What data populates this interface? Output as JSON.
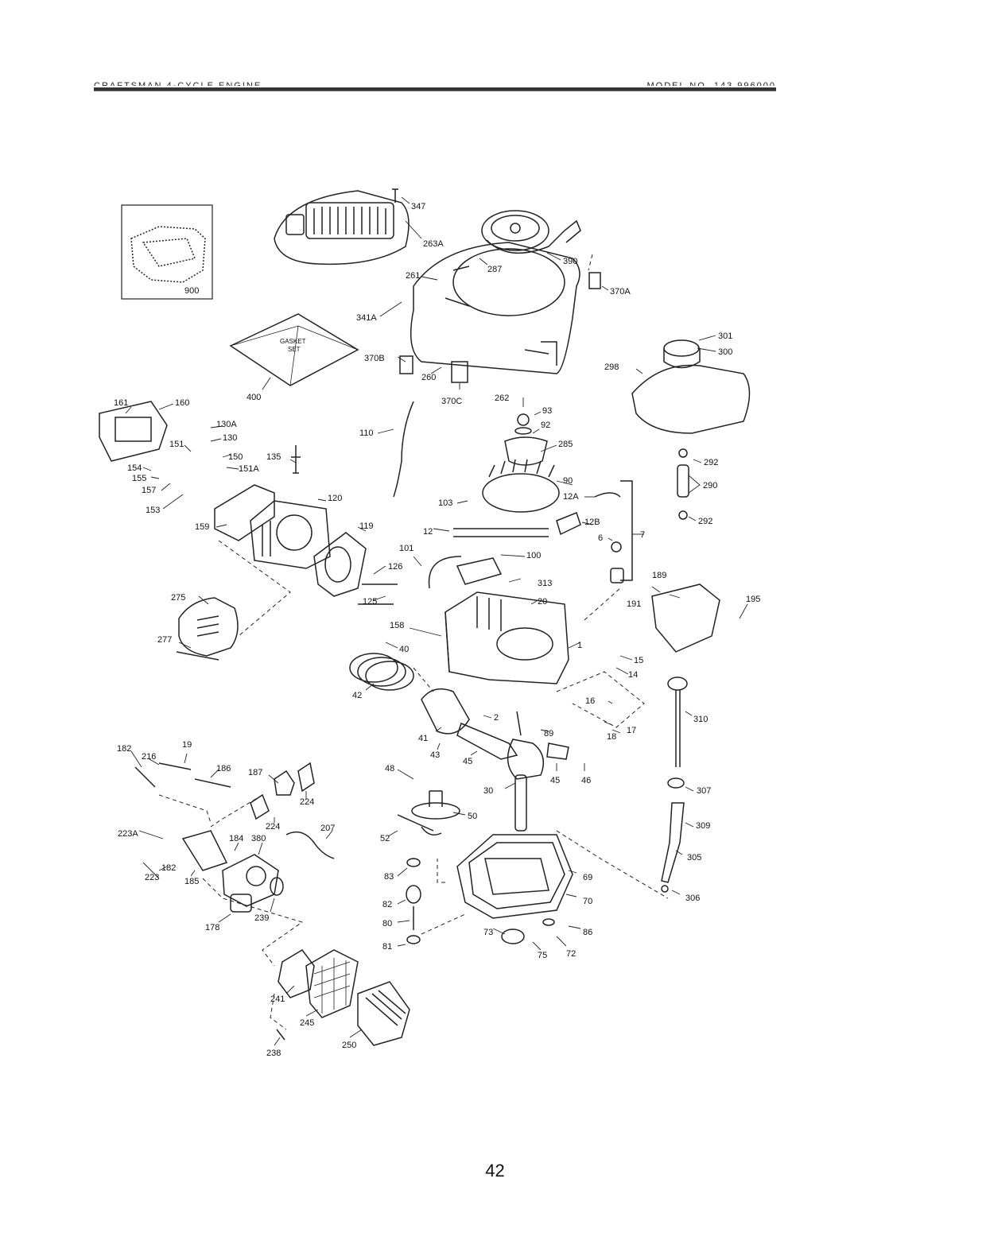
{
  "header": {
    "left_title": "CRAFTSMAN 4-CYCLE ENGINE",
    "right_title": "MODEL NO. 143.996000"
  },
  "page_number": "42",
  "inset": {
    "label": "900"
  },
  "gasket_set": {
    "label_line1": "GASKET",
    "label_line2": "SET"
  },
  "parts": [
    {
      "id": "347",
      "label": "347"
    },
    {
      "id": "263A",
      "label": "263A"
    },
    {
      "id": "390",
      "label": "390"
    },
    {
      "id": "287",
      "label": "287"
    },
    {
      "id": "261",
      "label": "261"
    },
    {
      "id": "341A",
      "label": "341A"
    },
    {
      "id": "370A",
      "label": "370A"
    },
    {
      "id": "370B",
      "label": "370B"
    },
    {
      "id": "260",
      "label": "260"
    },
    {
      "id": "370C",
      "label": "370C"
    },
    {
      "id": "262",
      "label": "262"
    },
    {
      "id": "93",
      "label": "93"
    },
    {
      "id": "92",
      "label": "92"
    },
    {
      "id": "285",
      "label": "285"
    },
    {
      "id": "301",
      "label": "301"
    },
    {
      "id": "300",
      "label": "300"
    },
    {
      "id": "298",
      "label": "298"
    },
    {
      "id": "400",
      "label": "400"
    },
    {
      "id": "161",
      "label": "161"
    },
    {
      "id": "160",
      "label": "160"
    },
    {
      "id": "130A",
      "label": "130A"
    },
    {
      "id": "130",
      "label": "130"
    },
    {
      "id": "151",
      "label": "151"
    },
    {
      "id": "150",
      "label": "150"
    },
    {
      "id": "135",
      "label": "135"
    },
    {
      "id": "151A",
      "label": "151A"
    },
    {
      "id": "154",
      "label": "154"
    },
    {
      "id": "155",
      "label": "155"
    },
    {
      "id": "157",
      "label": "157"
    },
    {
      "id": "153",
      "label": "153"
    },
    {
      "id": "159",
      "label": "159"
    },
    {
      "id": "120",
      "label": "120"
    },
    {
      "id": "110",
      "label": "110"
    },
    {
      "id": "103",
      "label": "103"
    },
    {
      "id": "90",
      "label": "90"
    },
    {
      "id": "12A",
      "label": "12A"
    },
    {
      "id": "12",
      "label": "12"
    },
    {
      "id": "12B",
      "label": "12B"
    },
    {
      "id": "6",
      "label": "6"
    },
    {
      "id": "7",
      "label": "7"
    },
    {
      "id": "292a",
      "label": "292"
    },
    {
      "id": "290",
      "label": "290"
    },
    {
      "id": "292b",
      "label": "292"
    },
    {
      "id": "119",
      "label": "119"
    },
    {
      "id": "101",
      "label": "101"
    },
    {
      "id": "100",
      "label": "100"
    },
    {
      "id": "126",
      "label": "126"
    },
    {
      "id": "125",
      "label": "125"
    },
    {
      "id": "313",
      "label": "313"
    },
    {
      "id": "20",
      "label": "20"
    },
    {
      "id": "189",
      "label": "189"
    },
    {
      "id": "195",
      "label": "195"
    },
    {
      "id": "191",
      "label": "191"
    },
    {
      "id": "275",
      "label": "275"
    },
    {
      "id": "277",
      "label": "277"
    },
    {
      "id": "158",
      "label": "158"
    },
    {
      "id": "40",
      "label": "40"
    },
    {
      "id": "1",
      "label": "1"
    },
    {
      "id": "15",
      "label": "15"
    },
    {
      "id": "14",
      "label": "14"
    },
    {
      "id": "42",
      "label": "42"
    },
    {
      "id": "16",
      "label": "16"
    },
    {
      "id": "17",
      "label": "17"
    },
    {
      "id": "18",
      "label": "18"
    },
    {
      "id": "2",
      "label": "2"
    },
    {
      "id": "310",
      "label": "310"
    },
    {
      "id": "89",
      "label": "89"
    },
    {
      "id": "41",
      "label": "41"
    },
    {
      "id": "43",
      "label": "43"
    },
    {
      "id": "45a",
      "label": "45"
    },
    {
      "id": "45b",
      "label": "45"
    },
    {
      "id": "46",
      "label": "46"
    },
    {
      "id": "182a",
      "label": "182"
    },
    {
      "id": "216",
      "label": "216"
    },
    {
      "id": "19",
      "label": "19"
    },
    {
      "id": "186",
      "label": "186"
    },
    {
      "id": "187",
      "label": "187"
    },
    {
      "id": "224a",
      "label": "224"
    },
    {
      "id": "48",
      "label": "48"
    },
    {
      "id": "30",
      "label": "30"
    },
    {
      "id": "307",
      "label": "307"
    },
    {
      "id": "50",
      "label": "50"
    },
    {
      "id": "224b",
      "label": "224"
    },
    {
      "id": "207",
      "label": "207"
    },
    {
      "id": "223A",
      "label": "223A"
    },
    {
      "id": "184",
      "label": "184"
    },
    {
      "id": "380",
      "label": "380"
    },
    {
      "id": "52",
      "label": "52"
    },
    {
      "id": "309",
      "label": "309"
    },
    {
      "id": "182b",
      "label": "182"
    },
    {
      "id": "223",
      "label": "223"
    },
    {
      "id": "185",
      "label": "185"
    },
    {
      "id": "305",
      "label": "305"
    },
    {
      "id": "83",
      "label": "83"
    },
    {
      "id": "69",
      "label": "69"
    },
    {
      "id": "306",
      "label": "306"
    },
    {
      "id": "82",
      "label": "82"
    },
    {
      "id": "70",
      "label": "70"
    },
    {
      "id": "239",
      "label": "239"
    },
    {
      "id": "178",
      "label": "178"
    },
    {
      "id": "80",
      "label": "80"
    },
    {
      "id": "73",
      "label": "73"
    },
    {
      "id": "86",
      "label": "86"
    },
    {
      "id": "81",
      "label": "81"
    },
    {
      "id": "75",
      "label": "75"
    },
    {
      "id": "72",
      "label": "72"
    },
    {
      "id": "241",
      "label": "241"
    },
    {
      "id": "245",
      "label": "245"
    },
    {
      "id": "238",
      "label": "238"
    },
    {
      "id": "250",
      "label": "250"
    }
  ]
}
